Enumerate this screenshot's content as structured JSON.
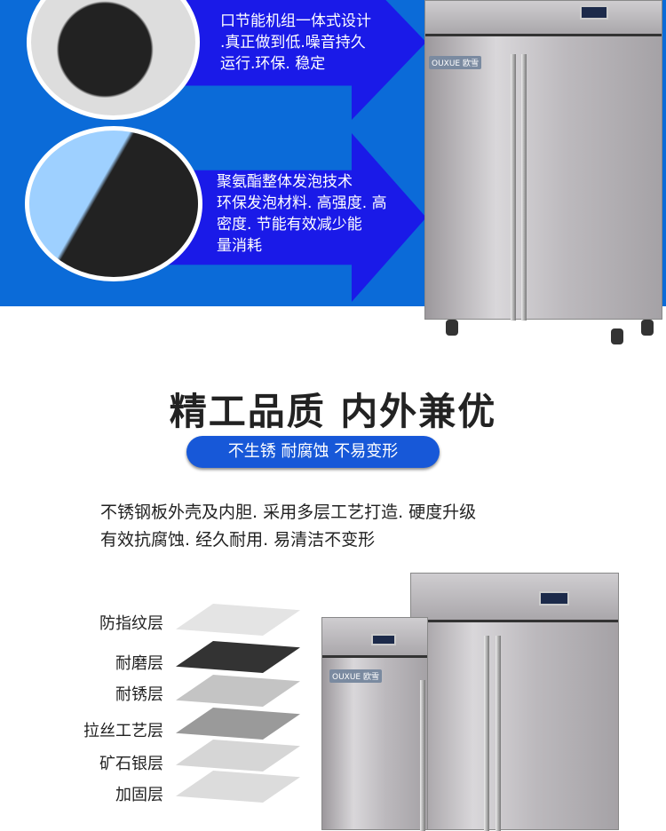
{
  "features": [
    {
      "lines": [
        "口节能机组一体式设计",
        ".真正做到低.噪音持久",
        "运行.环保. 稳定"
      ]
    },
    {
      "lines": [
        "聚氨酯整体发泡技术",
        "环保发泡材料. 高强度. 高",
        "密度. 节能有效减少能",
        "量消耗"
      ]
    }
  ],
  "brand": "OUXUE 欧雪",
  "section": {
    "title": "精工品质 内外兼优",
    "badge": "不生锈 耐腐蚀 不易变形",
    "description": [
      "不锈钢板外壳及内胆. 采用多层工艺打造. 硬度升级",
      "有效抗腐蚀. 经久耐用. 易清洁不变形"
    ]
  },
  "layers": [
    "防指纹层",
    "耐磨层",
    "耐锈层",
    "拉丝工艺层",
    "矿石银层",
    "加固层"
  ],
  "colors": {
    "top_bg": "#0b6bd8",
    "arrow": "#1a1ae8",
    "badge": "#1758d8"
  }
}
